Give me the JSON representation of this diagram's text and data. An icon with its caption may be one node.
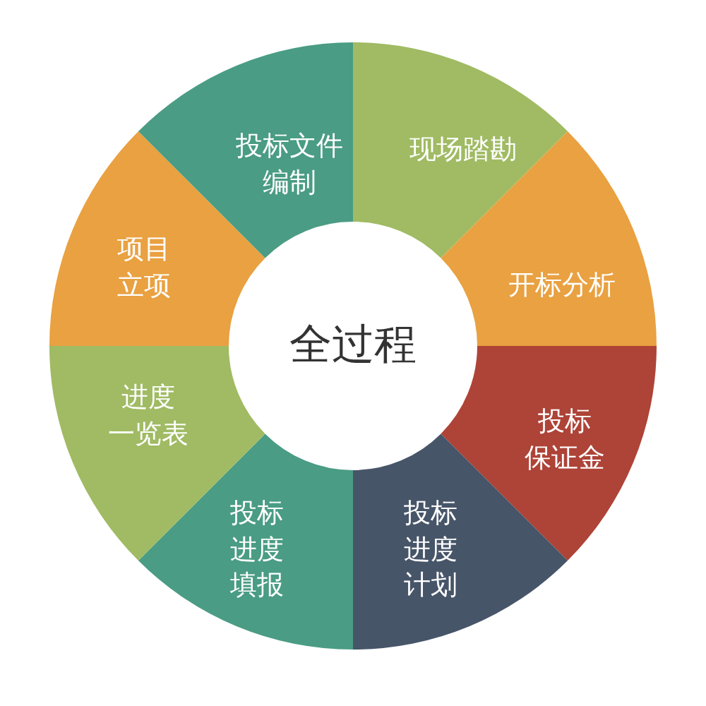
{
  "diagram": {
    "nodes": [
      {
        "text": [
          "全过程"
        ]
      },
      {
        "text": [
          "项目立项"
        ]
      },
      {
        "text": [
          "投标文件编制"
        ]
      },
      {
        "text": [
          "现场踏勘"
        ]
      },
      {
        "text": [
          "开标分析"
        ]
      },
      {
        "text": [
          "投标保证金"
        ]
      },
      {
        "text": [
          "投标进度计划"
        ]
      },
      {
        "text": [
          "投标进度填报"
        ]
      },
      {
        "text": [
          "进度一览表"
        ]
      }
    ]
  }
}
